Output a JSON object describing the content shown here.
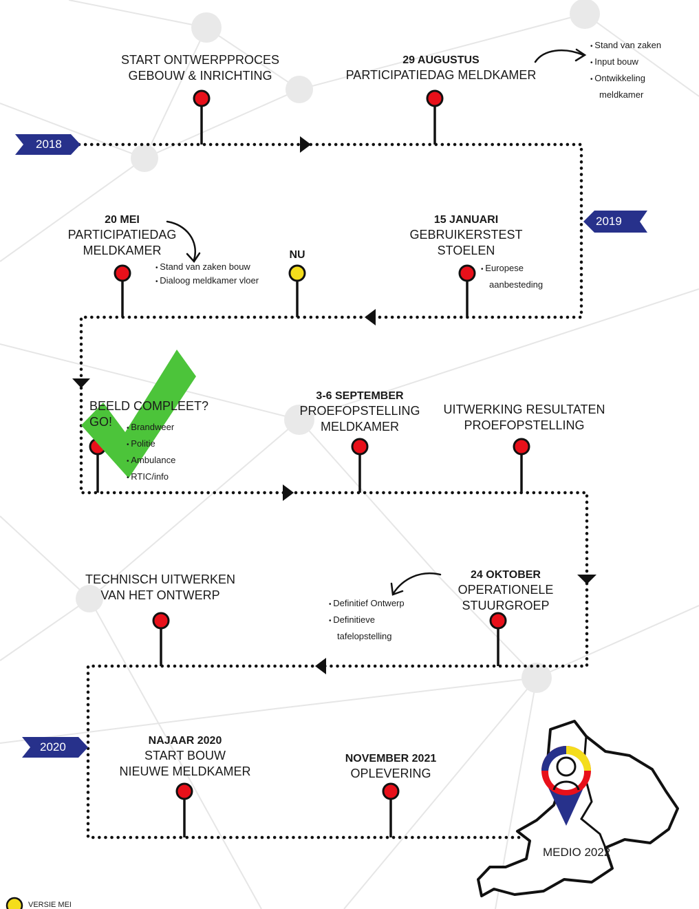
{
  "years": {
    "y2018": "2018",
    "y2019": "2019",
    "y2020": "2020"
  },
  "milestones": {
    "start_ontwerp": {
      "line1": "START ONTWERPPROCES",
      "line2": "GEBOUW & INRICHTING"
    },
    "aug": {
      "date": "29 AUGUSTUS",
      "line1": "PARTICIPATIEDAG MELDKAMER",
      "notes": [
        "Stand van zaken",
        "Input bouw",
        "Ontwikkeling",
        "meldkamer"
      ]
    },
    "mei": {
      "date": "20 MEI",
      "line1": "PARTICIPATIEDAG",
      "line2": "MELDKAMER",
      "notes": [
        "Stand van zaken bouw",
        "Dialoog meldkamer vloer"
      ]
    },
    "nu": {
      "label": "NU"
    },
    "jan": {
      "date": "15 JANUARI",
      "line1": "GEBRUIKERSTEST",
      "line2": "STOELEN",
      "notes": [
        "Europese",
        "aanbesteding"
      ]
    },
    "beeld": {
      "line1": "BEELD COMPLEET?",
      "line2": "GO!",
      "notes": [
        "Brandweer",
        "Politie",
        "Ambulance",
        "RTIC/info"
      ]
    },
    "sep": {
      "date": "3-6 SEPTEMBER",
      "line1": "PROEFOPSTELLING",
      "line2": "MELDKAMER"
    },
    "uitwerking": {
      "line1": "UITWERKING RESULTATEN",
      "line2": "PROEFOPSTELLING"
    },
    "technisch": {
      "line1": "TECHNISCH UITWERKEN",
      "line2": "VAN HET ONTWERP"
    },
    "okt": {
      "date": "24 OKTOBER",
      "line1": "OPERATIONELE",
      "line2": "STUURGROEP",
      "notes": [
        "Definitief Ontwerp",
        "Definitieve",
        "tafelopstelling"
      ]
    },
    "najaar": {
      "date": "NAJAAR 2020",
      "line1": "START BOUW",
      "line2": "NIEUWE MELDKAMER"
    },
    "nov": {
      "date": "NOVEMBER 2021",
      "line1": "OPLEVERING"
    }
  },
  "medio": "MEDIO 2022",
  "versie": "VERSIE MEI",
  "colors": {
    "pin_red": "#e8101a",
    "pin_yellow": "#f4dd1c",
    "banner": "#27318b",
    "check": "#4cc43a",
    "background_network": "#e6e6e6"
  }
}
